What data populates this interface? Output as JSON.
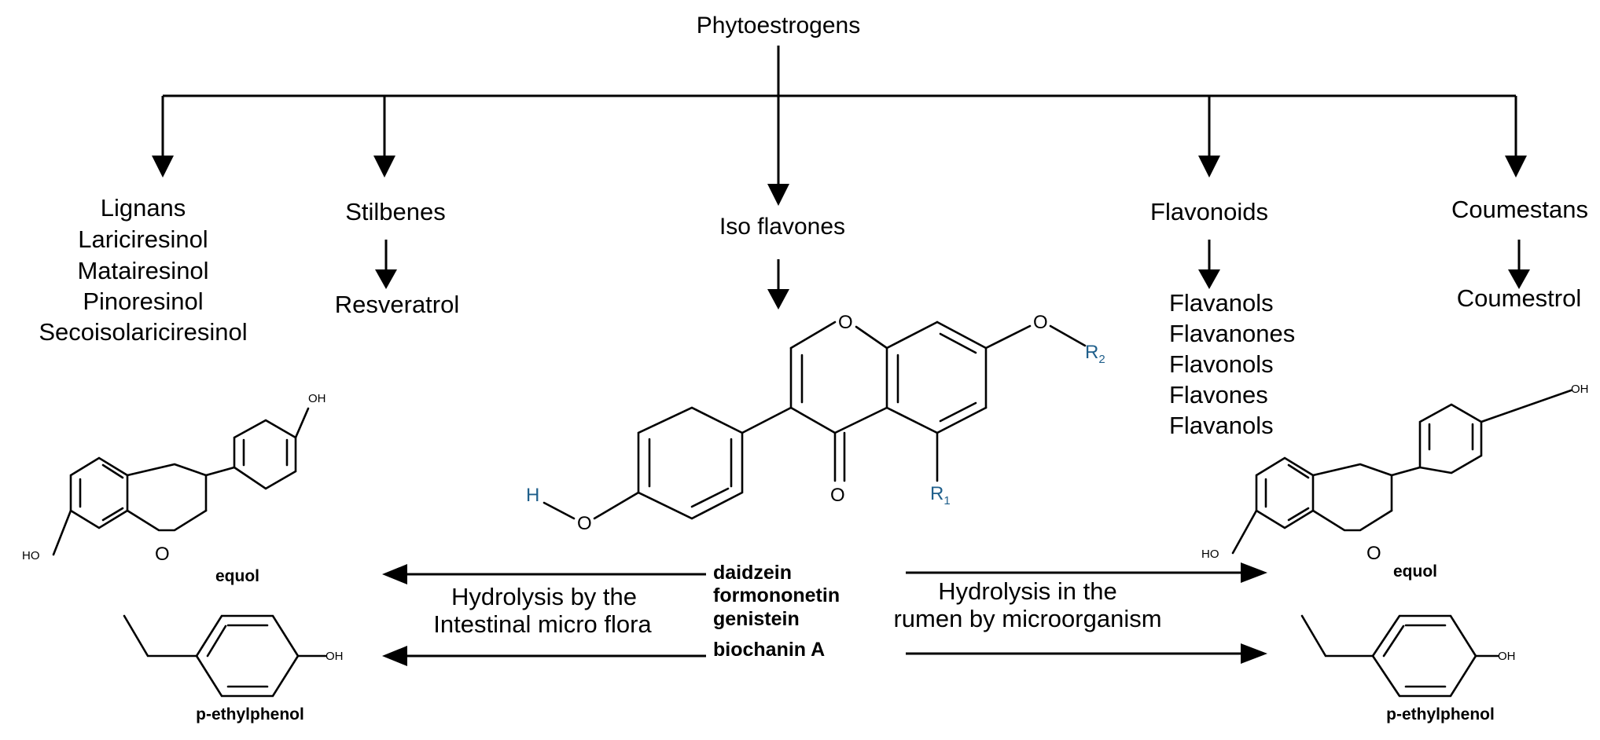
{
  "root": {
    "label": "Phytoestrogens"
  },
  "classes": {
    "lignans": {
      "title": "Lignans",
      "items": [
        "Lariciresinol",
        "Matairesinol",
        "Pinoresinol",
        "Secoisolariciresinol"
      ]
    },
    "stilbenes": {
      "title": "Stilbenes",
      "product": "Resveratrol"
    },
    "isoflavones": {
      "title": "Iso flavones"
    },
    "flavonoids": {
      "title": "Flavonoids",
      "items": [
        "Flavanols",
        "Flavanones",
        "Flavonols",
        "Flavones",
        "Flavanols"
      ]
    },
    "coumestans": {
      "title": "Coumestans",
      "product": "Coumestrol"
    }
  },
  "isoflavone_structure": {
    "o_ring": "O",
    "o_ether": "O",
    "r2": "R",
    "r2_sub": "2",
    "r1": "R",
    "r1_sub": "1",
    "carbonyl_o": "O",
    "hydroxyl_h": "H",
    "hydroxyl_o": "O"
  },
  "compounds": [
    "daidzein",
    "formononetin",
    "genistein",
    "biochanin A"
  ],
  "processes": {
    "left_line1": "Hydrolysis by the",
    "left_line2": "Intestinal micro flora",
    "right_line1": "Hydrolysis in the",
    "right_line2": "rumen by microorganism"
  },
  "products": {
    "equol": "equol",
    "ethylphenol": "p-ethylphenol",
    "oh": "OH",
    "ho": "HO",
    "o": "O"
  },
  "colors": {
    "line": "#000000",
    "atom_accent": "#1f5f8b"
  }
}
